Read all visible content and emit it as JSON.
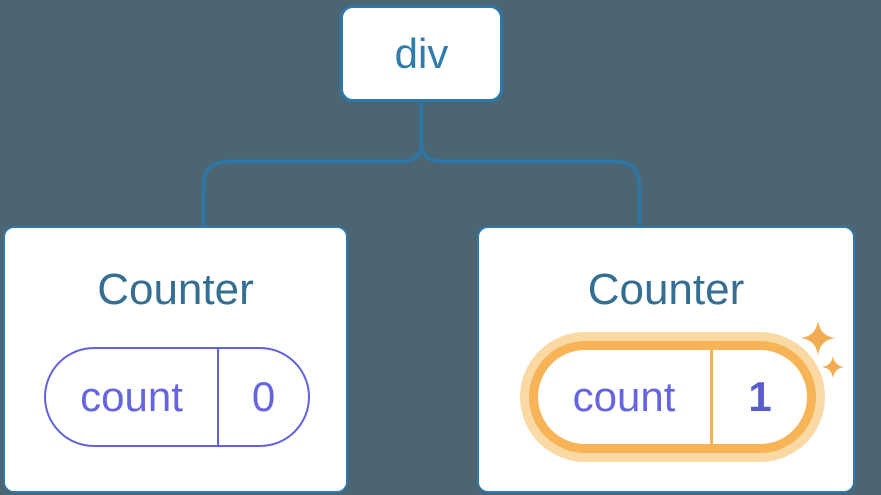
{
  "diagram": {
    "description": "React component tree showing state preserved per position",
    "root": {
      "label": "div"
    },
    "children": [
      {
        "title": "Counter",
        "state": {
          "key": "count",
          "value": "0"
        },
        "highlighted": false
      },
      {
        "title": "Counter",
        "state": {
          "key": "count",
          "value": "1"
        },
        "highlighted": true
      }
    ],
    "icons": {
      "large_sparkle": "sparkle-icon",
      "small_sparkle": "sparkle-icon"
    },
    "colors": {
      "background": "#4B6572",
      "node_border_blue": "#2E79A9",
      "node_text_blue": "#2F7BAD",
      "card_title_blue": "#336E93",
      "state_border_purple": "#6161DD",
      "state_text_purple": "#6565E2",
      "state_value_bold_purple": "#5A5AD2",
      "highlight_orange": "#F6B456",
      "highlight_glow_orange": "#FBD9A4",
      "sparkle_orange": "#F3AC52",
      "card_background": "#FFFFFF"
    }
  }
}
